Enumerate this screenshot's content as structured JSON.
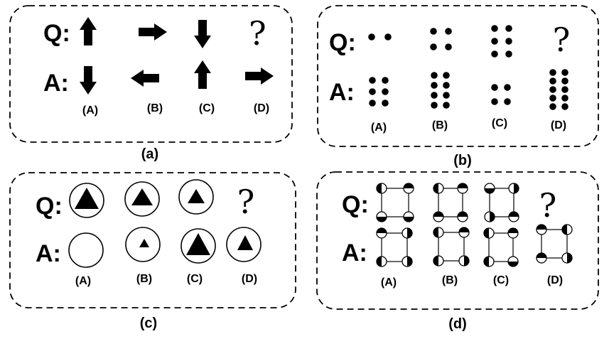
{
  "panels": [
    {
      "id": "a",
      "caption": "(a)",
      "q_label": "Q:",
      "a_label": "A:",
      "question": [
        "arrow-up-icon",
        "arrow-right-icon",
        "arrow-down-icon",
        "?"
      ],
      "options": [
        {
          "label": "(A)",
          "icon": "arrow-down-icon"
        },
        {
          "label": "(B)",
          "icon": "arrow-left-icon"
        },
        {
          "label": "(C)",
          "icon": "arrow-up-icon"
        },
        {
          "label": "(D)",
          "icon": "arrow-right-icon"
        }
      ]
    },
    {
      "id": "b",
      "caption": "(b)",
      "q_label": "Q:",
      "a_label": "A:",
      "question_dot_counts": [
        2,
        4,
        6
      ],
      "question_mark": "?",
      "options": [
        {
          "label": "(A)",
          "dots": 6
        },
        {
          "label": "(B)",
          "dots": 8
        },
        {
          "label": "(C)",
          "dots": 4
        },
        {
          "label": "(D)",
          "dots": 10
        }
      ]
    },
    {
      "id": "c",
      "caption": "(c)",
      "q_label": "Q:",
      "a_label": "A:",
      "question_mark": "?",
      "question_triangle_sizes": [
        "large",
        "medium",
        "small"
      ],
      "options": [
        {
          "label": "(A)",
          "triangle": "none"
        },
        {
          "label": "(B)",
          "triangle": "tiny"
        },
        {
          "label": "(C)",
          "triangle": "large"
        },
        {
          "label": "(D)",
          "triangle": "medium"
        }
      ]
    },
    {
      "id": "d",
      "caption": "(d)",
      "q_label": "Q:",
      "a_label": "A:",
      "question_mark": "?",
      "question_count": 3,
      "options": [
        {
          "label": "(A)"
        },
        {
          "label": "(B)"
        },
        {
          "label": "(C)"
        },
        {
          "label": "(D)"
        }
      ]
    }
  ],
  "colors": {
    "ink": "#000000",
    "background": "#ffffff"
  }
}
